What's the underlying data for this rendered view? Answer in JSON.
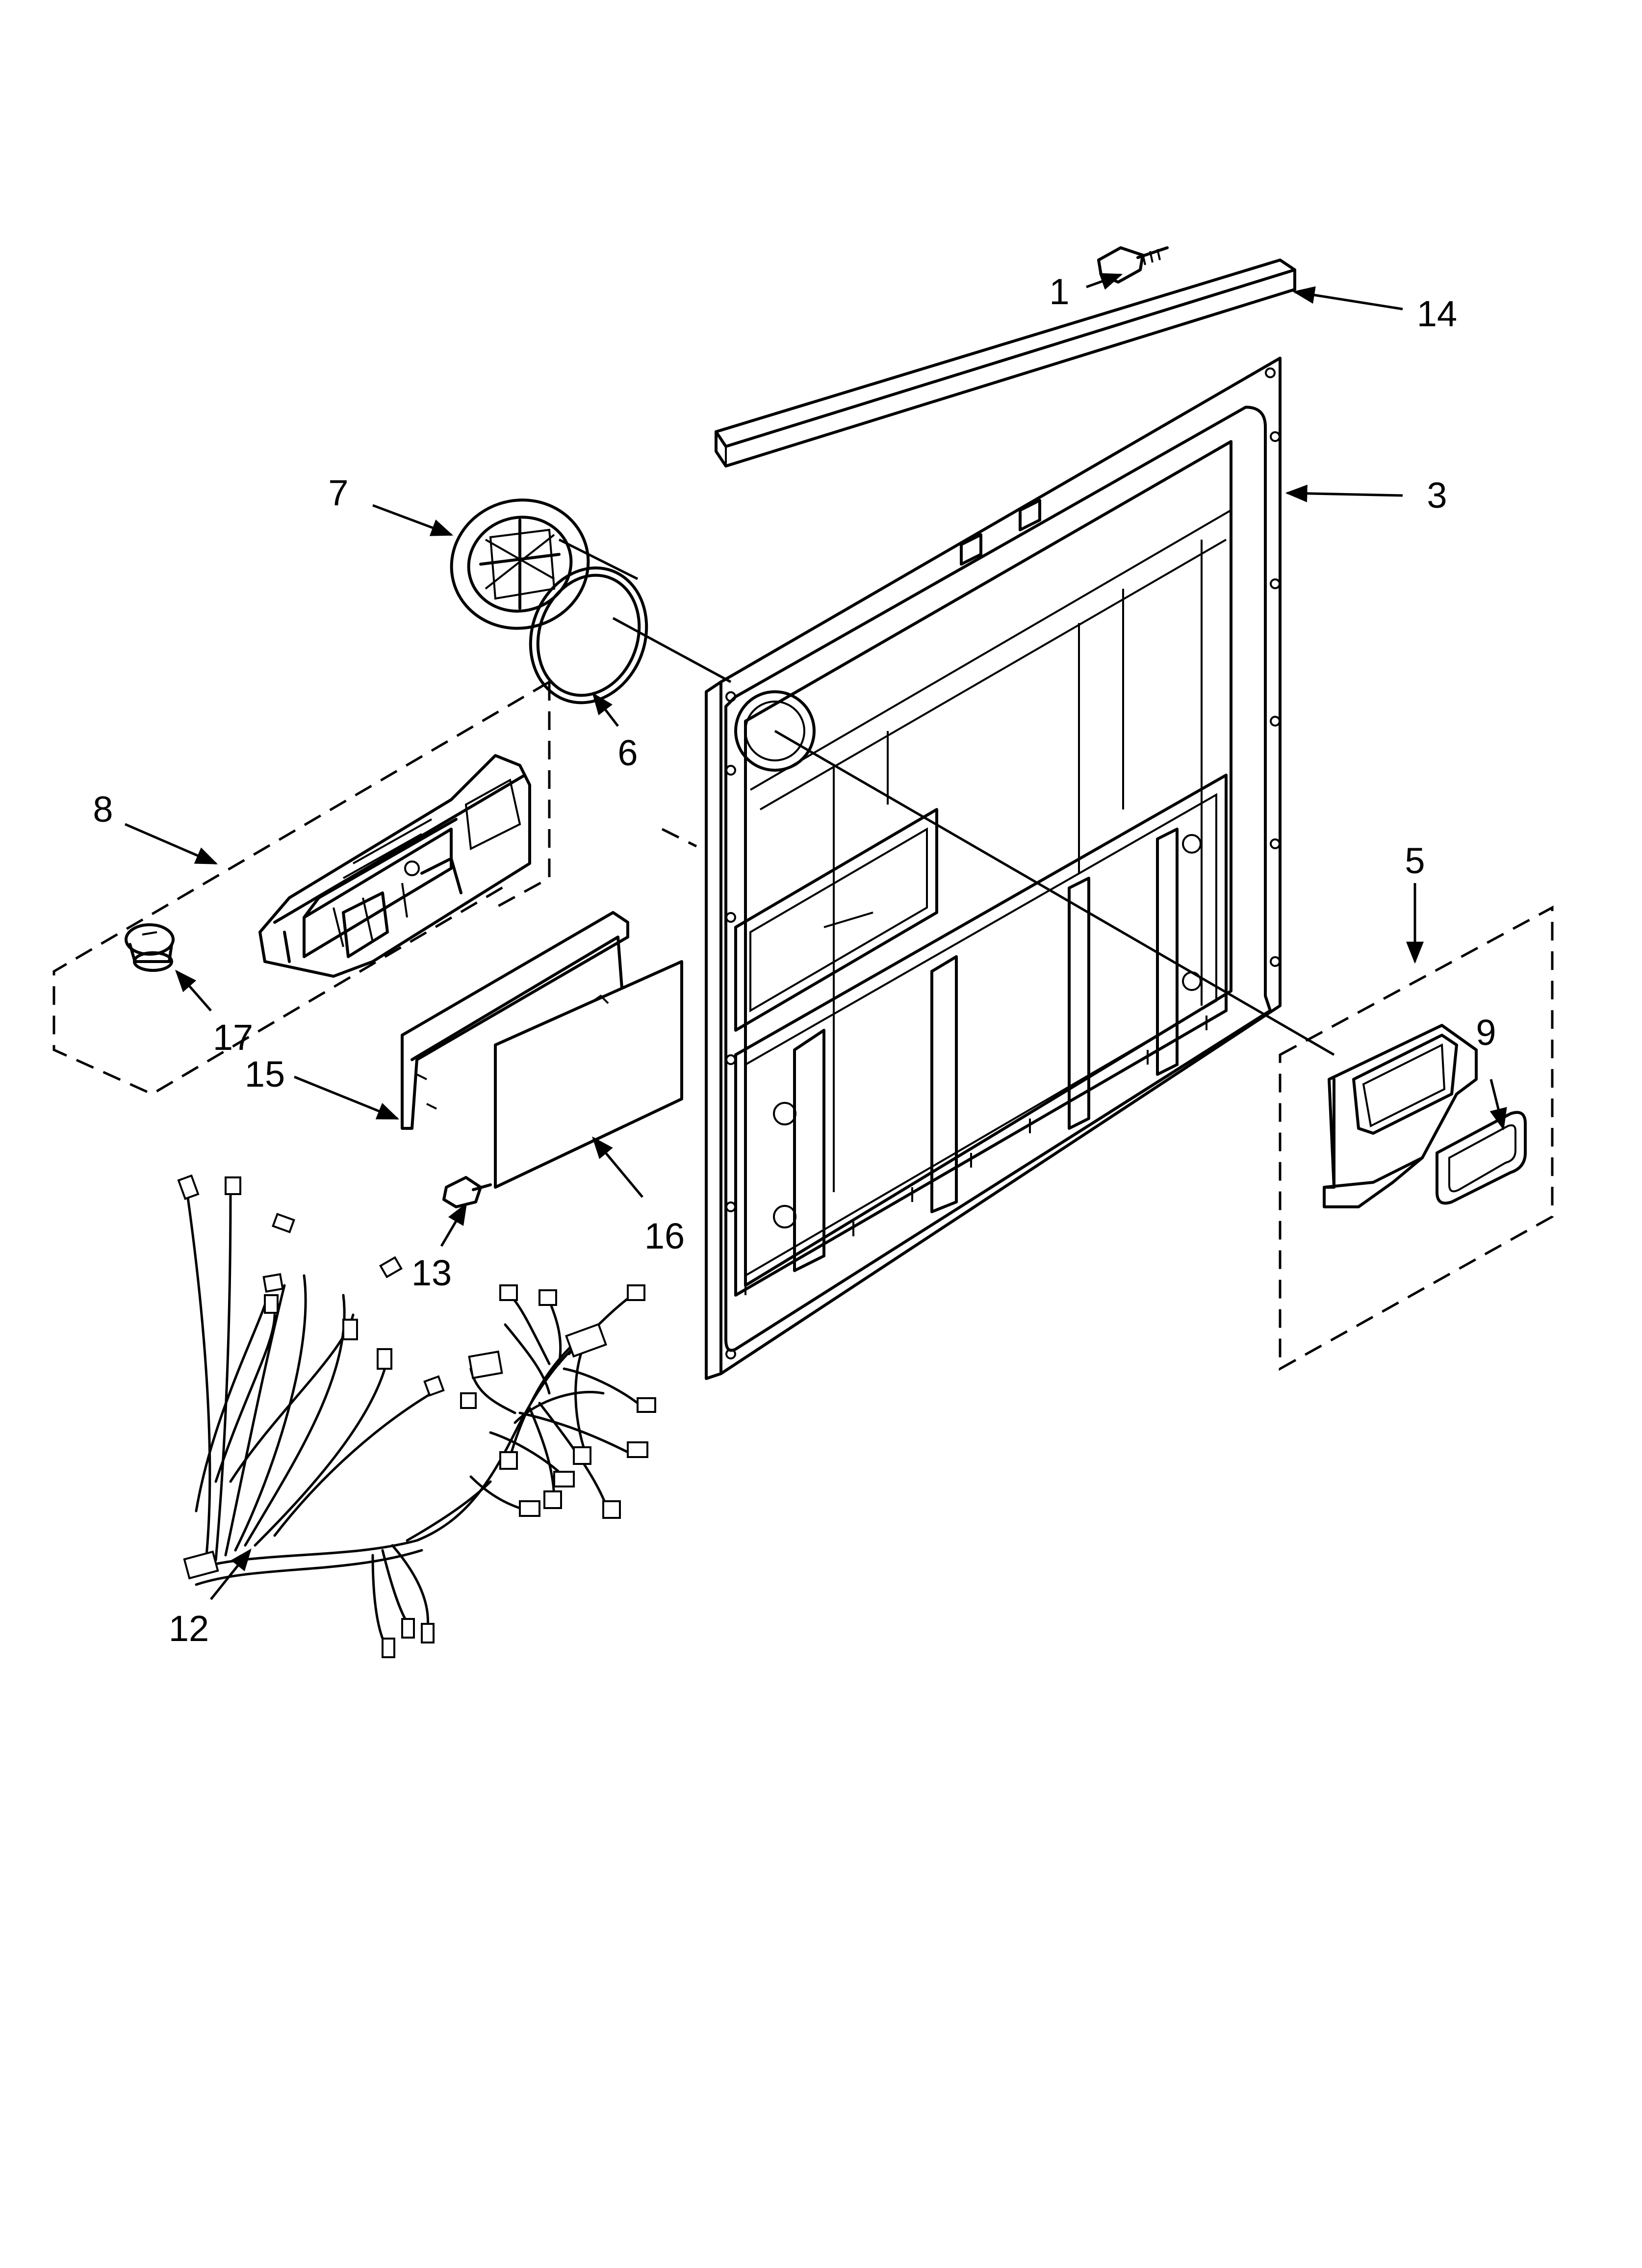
{
  "callouts": [
    {
      "id": "1",
      "label": "1"
    },
    {
      "id": "3",
      "label": "3"
    },
    {
      "id": "5",
      "label": "5"
    },
    {
      "id": "6",
      "label": "6"
    },
    {
      "id": "7",
      "label": "7"
    },
    {
      "id": "8",
      "label": "8"
    },
    {
      "id": "9",
      "label": "9"
    },
    {
      "id": "12",
      "label": "12"
    },
    {
      "id": "13",
      "label": "13"
    },
    {
      "id": "14",
      "label": "14"
    },
    {
      "id": "15",
      "label": "15"
    },
    {
      "id": "16",
      "label": "16"
    },
    {
      "id": "17",
      "label": "17"
    }
  ]
}
